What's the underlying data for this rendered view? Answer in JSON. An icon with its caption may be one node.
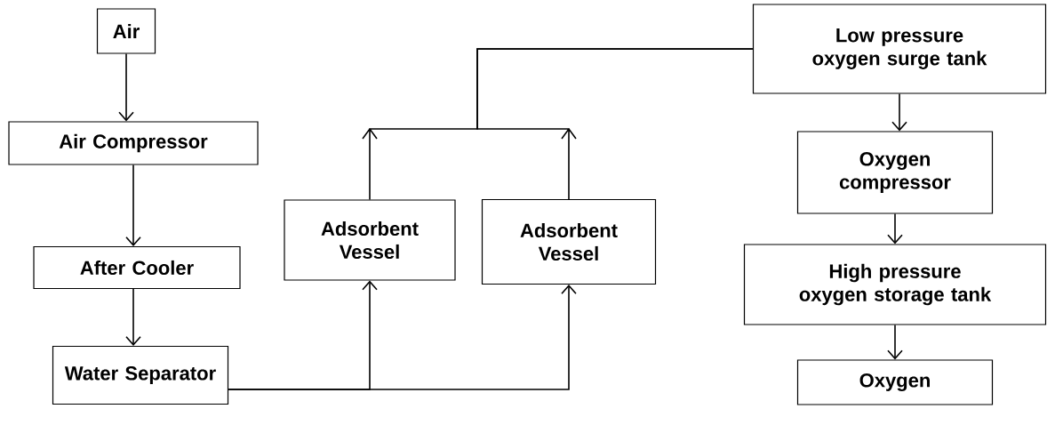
{
  "diagram": {
    "nodes": [
      {
        "text": [
          "Air"
        ]
      },
      {
        "text": [
          "Air Compressor"
        ]
      },
      {
        "text": [
          "After Cooler"
        ]
      },
      {
        "text": [
          "Water Separator"
        ]
      },
      {
        "text": [
          "Adsorbent Vessel"
        ]
      },
      {
        "text": [
          "Adsorbent Vessel"
        ]
      },
      {
        "text": [
          "Low pressure oxygen surge tank"
        ]
      },
      {
        "text": [
          "Oxygen compressor"
        ]
      },
      {
        "text": [
          "High pressure oxygen storage tank"
        ]
      },
      {
        "text": [
          "Oxygen"
        ]
      }
    ],
    "edges": [
      {
        "from": 0,
        "to": 1,
        "arrow": "to"
      },
      {
        "from": 1,
        "to": 2,
        "arrow": "to"
      },
      {
        "from": 2,
        "to": 3,
        "arrow": "to"
      },
      {
        "from": 3,
        "to": 4,
        "arrow": "to"
      },
      {
        "from": 3,
        "to": 5,
        "arrow": "to"
      },
      {
        "from": 4,
        "to": 6,
        "arrow": "to"
      },
      {
        "from": 5,
        "to": 6,
        "arrow": "to"
      },
      {
        "from": 6,
        "to": 7,
        "arrow": "to"
      },
      {
        "from": 7,
        "to": 8,
        "arrow": "to"
      },
      {
        "from": 8,
        "to": 9,
        "arrow": "to"
      }
    ]
  }
}
